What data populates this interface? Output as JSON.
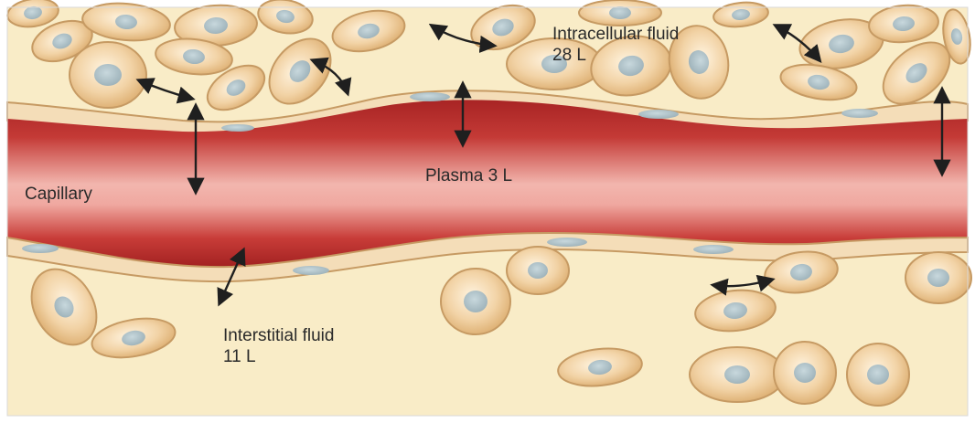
{
  "labels": {
    "intracellular_name": "Intracellular fluid",
    "intracellular_volume": "28 L",
    "plasma": "Plasma 3 L",
    "capillary": "Capillary",
    "interstitial_name": "Interstitial fluid",
    "interstitial_volume": "11 L"
  },
  "colors": {
    "interstitial_background": "#f9ecc7",
    "cell_fill": "#f1cf9e",
    "cell_outline": "#c69a63",
    "nucleus": "#a9bcc3",
    "capillary_dark": "#b42a2a",
    "capillary_light": "#f3b3ac",
    "arrow": "#1f1f1f"
  }
}
